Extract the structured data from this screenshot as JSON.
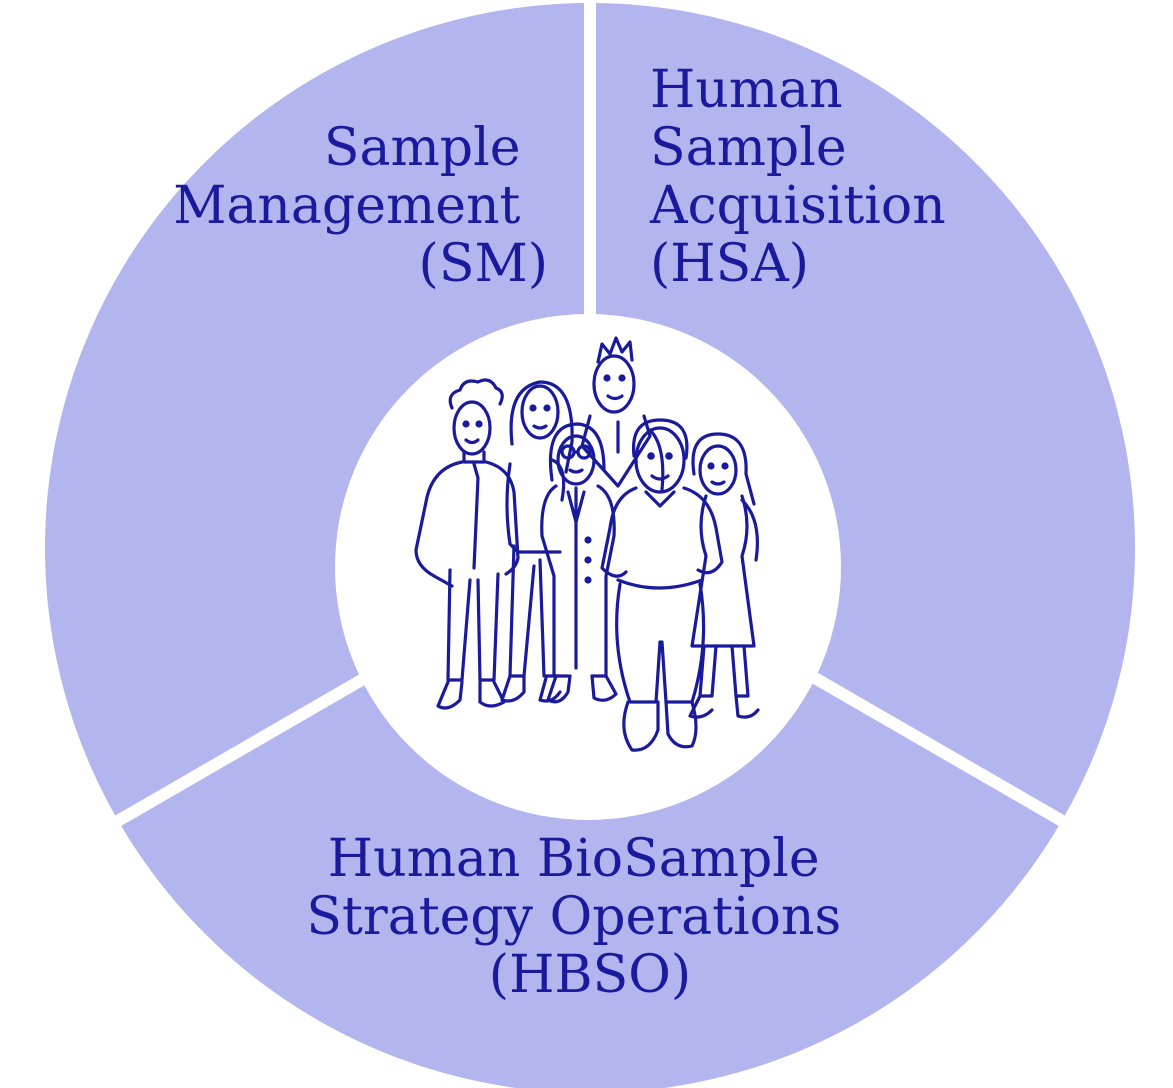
{
  "colors": {
    "segment_fill": "#b3b5ef",
    "segment_gap": "#ffffff",
    "center_fill": "#ffffff",
    "text": "#1a1a9c",
    "drawing_stroke": "#1a1a9c"
  },
  "segments": [
    {
      "id": "sm",
      "lines": [
        "Sample",
        "Management",
        "(SM)"
      ]
    },
    {
      "id": "hsa",
      "lines": [
        "Human",
        "Sample",
        "Acquisition",
        "(HSA)"
      ]
    },
    {
      "id": "hbso",
      "lines": [
        "Human BioSample",
        "Strategy Operations",
        "(HBSO)"
      ]
    }
  ],
  "center_icon": "team-of-people-icon"
}
